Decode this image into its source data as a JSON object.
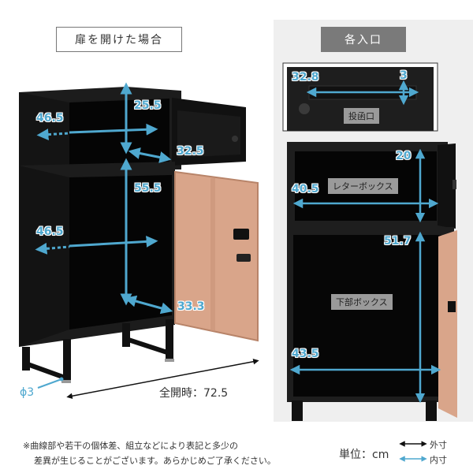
{
  "left_section": {
    "title": "扉を開けた場合",
    "dimensions": {
      "upper_width": "46.5",
      "upper_height": "25.5",
      "upper_depth": "32.5",
      "lower_height": "55.5",
      "lower_width": "46.5",
      "lower_depth": "33.3",
      "foot_diameter": "ϕ3",
      "full_open_label": "全開時：72.5"
    }
  },
  "right_section": {
    "title": "各入口",
    "slot": {
      "label": "投函口",
      "width": "32.8",
      "height": "3"
    },
    "letter_box": {
      "label": "レターボックス",
      "width": "40.5",
      "height": "20"
    },
    "lower_box": {
      "label": "下部ボックス",
      "height": "51.7",
      "width": "43.5"
    }
  },
  "footer": {
    "note_line1": "※曲線部や若干の個体差、組立などにより表記と多少の",
    "note_line2": "差異が生じることがございます。あらかじめご了承ください。",
    "unit_label": "単位：cm",
    "legend": [
      {
        "label": "外寸",
        "color": "#111111"
      },
      {
        "label": "内寸",
        "color": "#4fa8cf"
      }
    ]
  },
  "colors": {
    "dimension_accent": "#4fa8cf",
    "cabinet_black": "#1a1a1a",
    "door_copper": "#d9a58a",
    "panel_gray": "#efefef",
    "title_chip_gray": "#7a7a7a"
  }
}
